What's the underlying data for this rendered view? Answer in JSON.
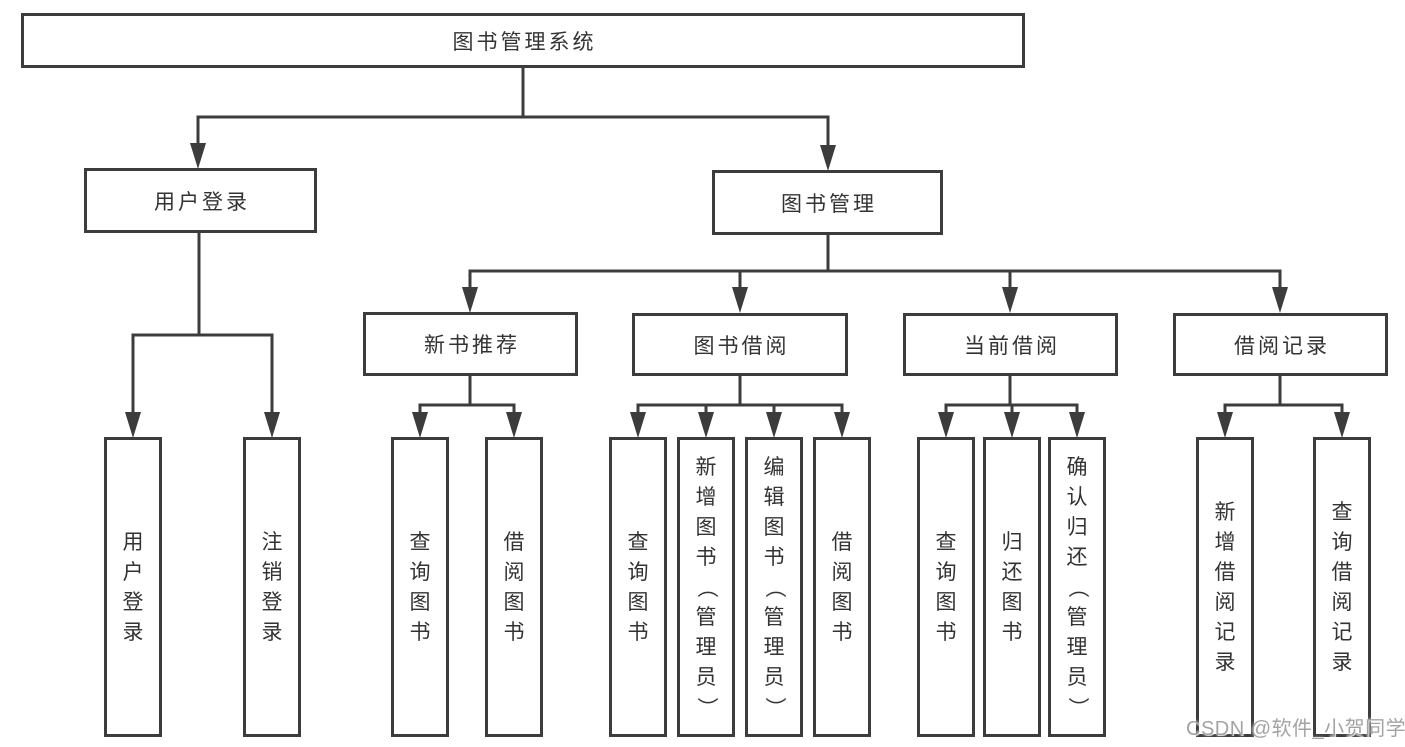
{
  "diagram_title": "图书管理系统",
  "watermark": "CSDN @软件_小贺同学",
  "nodes": {
    "root": "图书管理系统",
    "userLogin": "用户登录",
    "bookMgmt": "图书管理",
    "newBookRec": "新书推荐",
    "bookBorrow": "图书借阅",
    "currentBorrow": "当前借阅",
    "borrowRecords": "借阅记录",
    "leafUserLogin": "用户登录",
    "leafLogout": "注销登录",
    "leafQueryBooks1": "查询图书",
    "leafBorrowBooks1": "借阅图书",
    "leafQueryBooks2": "查询图书",
    "leafAddBooks": "新增图书（管理员）",
    "leafEditBooks": "编辑图书（管理员）",
    "leafBorrowBooks2": "借阅图书",
    "leafQueryBooks3": "查询图书",
    "leafReturnBooks": "归还图书",
    "leafConfirmReturn": "确认归还（管理员）",
    "leafAddBorrowRecord": "新增借阅记录",
    "leafQueryBorrowRecord": "查询借阅记录"
  },
  "hierarchy": [
    {
      "parent": "图书管理系统",
      "children": [
        "用户登录",
        "图书管理"
      ]
    },
    {
      "parent": "用户登录",
      "children": [
        "用户登录",
        "注销登录"
      ]
    },
    {
      "parent": "图书管理",
      "children": [
        "新书推荐",
        "图书借阅",
        "当前借阅",
        "借阅记录"
      ]
    },
    {
      "parent": "新书推荐",
      "children": [
        "查询图书",
        "借阅图书"
      ]
    },
    {
      "parent": "图书借阅",
      "children": [
        "查询图书",
        "新增图书（管理员）",
        "编辑图书（管理员）",
        "借阅图书"
      ]
    },
    {
      "parent": "当前借阅",
      "children": [
        "查询图书",
        "归还图书",
        "确认归还（管理员）"
      ]
    },
    {
      "parent": "借阅记录",
      "children": [
        "新增借阅记录",
        "查询借阅记录"
      ]
    }
  ],
  "colors": {
    "line": "#3c3c3c",
    "text": "#333333",
    "background": "#ffffff",
    "watermark_gray": "#9e9e9e"
  }
}
